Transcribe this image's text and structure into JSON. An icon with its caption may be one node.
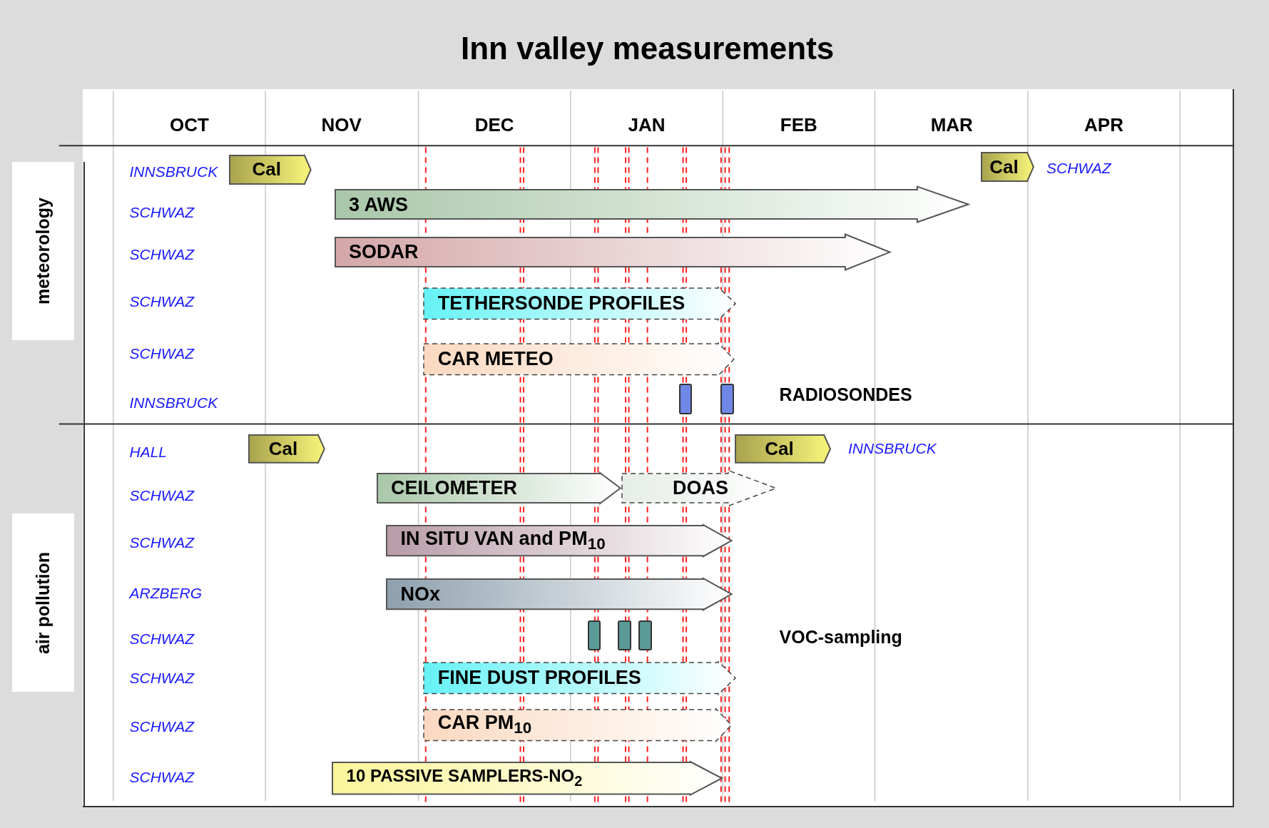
{
  "diagram": {
    "title": "Inn valley measurements",
    "nodes": [
      {
        "text": [
          "meteorology"
        ]
      },
      {
        "text": [
          "Cal"
        ],
        "beside": [
          "INNSBRUCK"
        ]
      },
      {
        "text": [
          "Cal"
        ],
        "beside": [
          "SCHWAZ"
        ]
      },
      {
        "text": [
          "3 AWS"
        ]
      },
      {
        "text": [
          "SODAR"
        ]
      },
      {
        "text": [
          "TETHERSONDE PROFILES"
        ]
      },
      {
        "text": [
          "CAR METEO"
        ]
      },
      {
        "text": [],
        "shape": "box"
      },
      {
        "text": [],
        "shape": "box"
      },
      {
        "text": [
          "air pollution"
        ]
      },
      {
        "text": [
          "Cal"
        ]
      },
      {
        "text": [
          "Cal"
        ],
        "beside": [
          "INNSBRUCK"
        ]
      },
      {
        "text": [
          "CEILOMETER"
        ]
      },
      {
        "text": [
          "DOAS"
        ]
      },
      {
        "text": [
          "IN SITU VAN and PM$_{10}$"
        ]
      },
      {
        "text": [
          "NOx"
        ]
      },
      {
        "text": [],
        "shape": "box"
      },
      {
        "text": [],
        "shape": "box"
      },
      {
        "text": [],
        "shape": "box"
      },
      {
        "text": [
          "FINE DUST PROFILES"
        ]
      },
      {
        "text": [
          "CAR PM$_{10}$"
        ]
      },
      {
        "text": [
          "10 PASSIVE SAMPLERS-NO$_{2}$"
        ]
      }
    ],
    "edges": [],
    "labels": [
      "OCT",
      "NOV",
      "DEC",
      "JAN",
      "FEB",
      "MAR",
      "APR",
      "SCHWAZ",
      "SCHWAZ",
      "SCHWAZ",
      "SCHWAZ",
      "INNSBRUCK",
      "RADIOSONDES",
      "HALL",
      "SCHWAZ",
      "SCHWAZ",
      "ARZBERG",
      "SCHWAZ",
      "VOC-sampling",
      "SCHWAZ",
      "SCHWAZ",
      "SCHWAZ"
    ]
  }
}
